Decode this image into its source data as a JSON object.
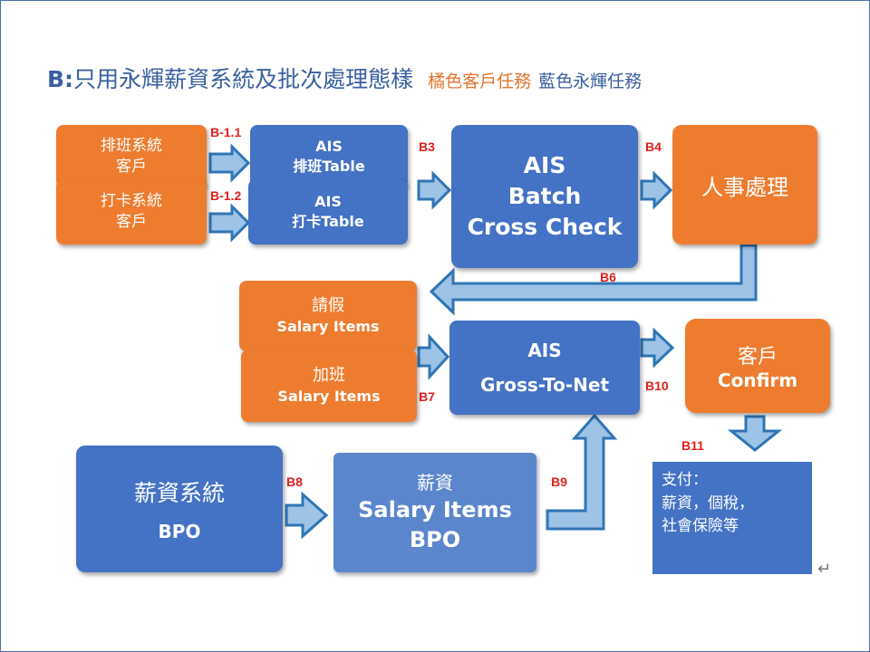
{
  "title": {
    "lead": "B:",
    "main": "只用永輝薪資系統及批次處理態樣",
    "orange_note": "橘色客戶任務",
    "blue_note": "藍色永輝任務"
  },
  "boxes": {
    "scheduling_client": [
      "排班系統",
      "客戶"
    ],
    "clock_client": [
      "打卡系統",
      "客戶"
    ],
    "ais_schedule": [
      "AIS",
      "排班Table"
    ],
    "ais_clock": [
      "AIS",
      "打卡Table"
    ],
    "ais_batch": [
      "AIS",
      "Batch",
      "Cross Check"
    ],
    "hr": "人事處理",
    "leave": [
      "請假",
      "Salary Items"
    ],
    "overtime": [
      "加班",
      "Salary Items"
    ],
    "gross_to_net": [
      "AIS",
      "Gross-To-Net"
    ],
    "client_confirm": [
      "客戶",
      "Confirm"
    ],
    "payroll_system": [
      "薪資系統",
      "BPO"
    ],
    "salary_items_bpo": [
      "薪資",
      "Salary Items",
      "BPO"
    ],
    "payment": [
      "支付：",
      "薪資，個稅，",
      "社會保險等"
    ]
  },
  "labels": {
    "b1_1": "B-1.1",
    "b1_2": "B-1.2",
    "b3": "B3",
    "b4": "B4",
    "b6": "B6",
    "b7": "B7",
    "b8": "B8",
    "b9": "B9",
    "b10": "B10",
    "b11": "B11"
  },
  "colors": {
    "client_task": "#ee7c2f",
    "vendor_task": "#4472c4",
    "step_label": "#e0201f",
    "arrow_fill": "#9dc3e6",
    "arrow_stroke": "#2e75b6"
  }
}
